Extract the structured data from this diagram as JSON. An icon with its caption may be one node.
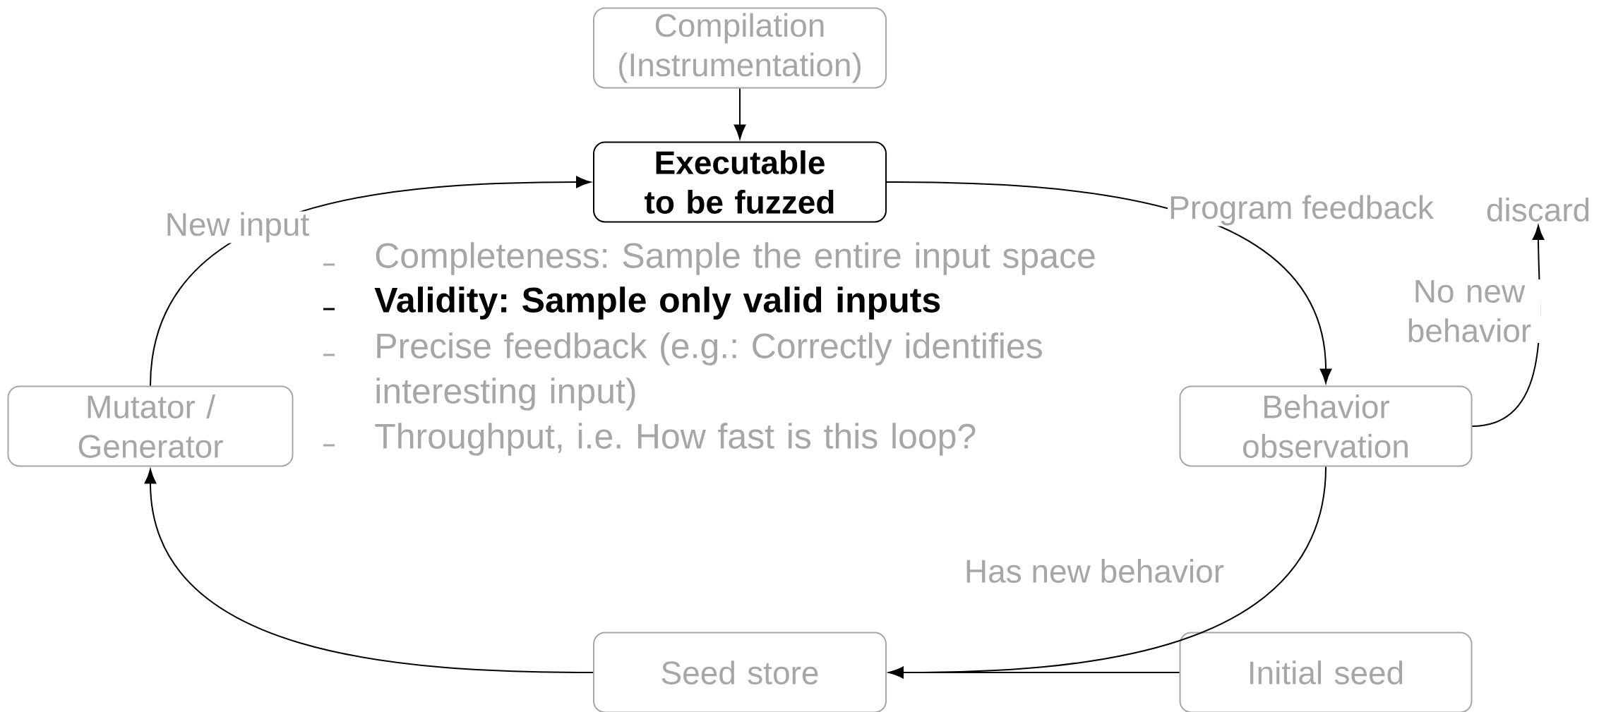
{
  "diagram": {
    "nodes": [
      {
        "text": [
          "Compilation (Instrumentation)"
        ]
      },
      {
        "text": [
          "Executable to be fuzzed"
        ]
      },
      {
        "text": [
          "Mutator / Generator"
        ]
      },
      {
        "text": [
          "Behavior observation"
        ]
      },
      {
        "text": [
          "Seed store"
        ]
      },
      {
        "text": [
          "Initial seed"
        ]
      },
      {
        "text": [
          "discard"
        ]
      }
    ],
    "edges": [
      {
        "from": 0,
        "to": 1,
        "arrow": "to"
      },
      {
        "from": 2,
        "to": 1,
        "arrow": "to",
        "label": "New input"
      },
      {
        "from": 1,
        "to": 3,
        "arrow": "to",
        "label": "Program feedback"
      },
      {
        "from": 3,
        "to": 6,
        "arrow": "to",
        "label": "No new behavior"
      },
      {
        "from": 3,
        "to": 4,
        "arrow": "to",
        "label": "Has new behavior"
      },
      {
        "from": 5,
        "to": 4,
        "arrow": "to"
      },
      {
        "from": 4,
        "to": 2,
        "arrow": "to"
      }
    ],
    "labels": [
      "Completeness: Sample the entire input space",
      "Validity: Sample only valid inputs",
      "Precise feedback (e.g.: Correctly identifies interesting input)",
      "Throughput, i.e. How fast is this loop?"
    ]
  }
}
